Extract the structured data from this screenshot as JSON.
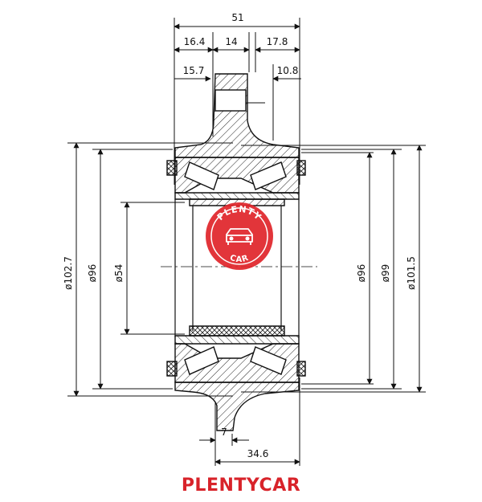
{
  "dimensions": {
    "top_overall": "51",
    "top_left": "16.4",
    "top_mid": "14",
    "top_right": "17.8",
    "second_left": "15.7",
    "second_right": "10.8",
    "dia_outer_left": "ø102.7",
    "dia_left": "ø96",
    "dia_bore": "ø54",
    "dia_right_inner": "ø96",
    "dia_right_mid": "ø99",
    "dia_right_outer": "ø101.5",
    "bottom_small": "7",
    "bottom_wide": "34.6"
  },
  "logo": {
    "top_text": "PLENTY",
    "bottom_text": "CAR",
    "color": "#e0262b",
    "icon": "car-icon"
  },
  "footer": {
    "brand": "PLENTYCAR"
  },
  "colors": {
    "line": "#111111",
    "brand": "#d8232a"
  }
}
